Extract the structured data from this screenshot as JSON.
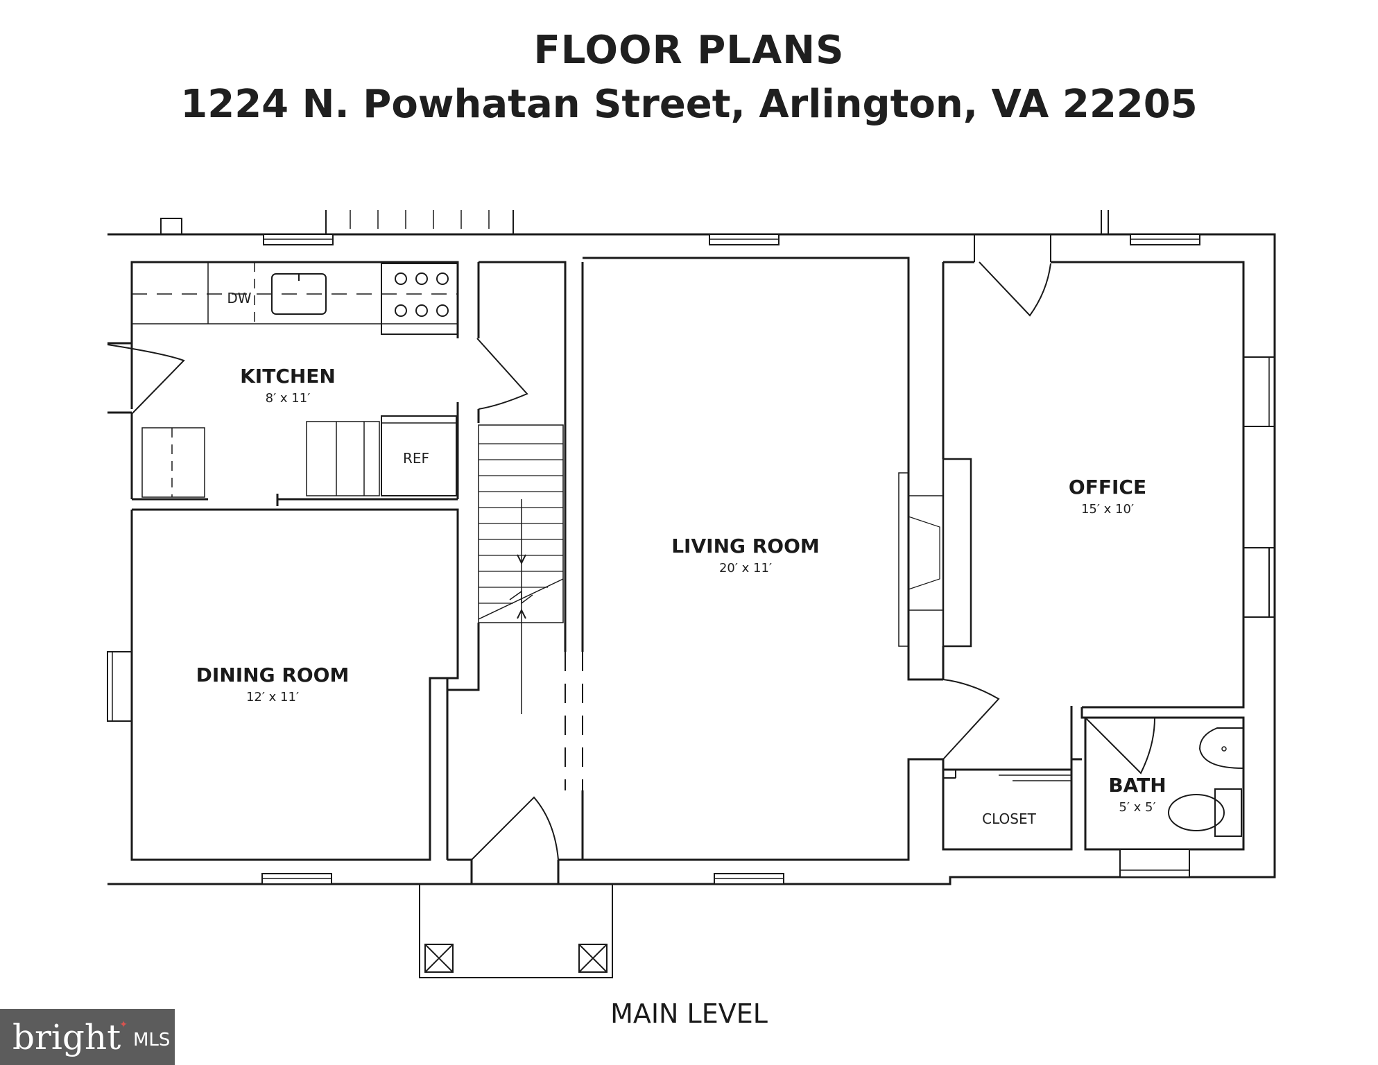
{
  "header": {
    "title": "FLOOR PLANS",
    "address": "1224 N. Powhatan Street, Arlington, VA 22205"
  },
  "rooms": {
    "kitchen": {
      "name": "KITCHEN",
      "dims": "8′ x 11′"
    },
    "dining": {
      "name": "DINING ROOM",
      "dims": "12′ x 11′"
    },
    "living": {
      "name": "LIVING ROOM",
      "dims": "20′ x 11′"
    },
    "office": {
      "name": "OFFICE",
      "dims": "15′ x 10′"
    },
    "bath": {
      "name": "BATH",
      "dims": "5′ x 5′"
    },
    "closet": {
      "name": "CLOSET"
    }
  },
  "fixtures": {
    "dishwasher": "DW",
    "refrigerator": "REF"
  },
  "level": "MAIN LEVEL",
  "watermark": {
    "brand": "bright",
    "suffix": "MLS"
  },
  "colors": {
    "wall": "#1a1a1a",
    "logo_bg": "#5c5c5c",
    "logo_accent": "#d9534f"
  }
}
